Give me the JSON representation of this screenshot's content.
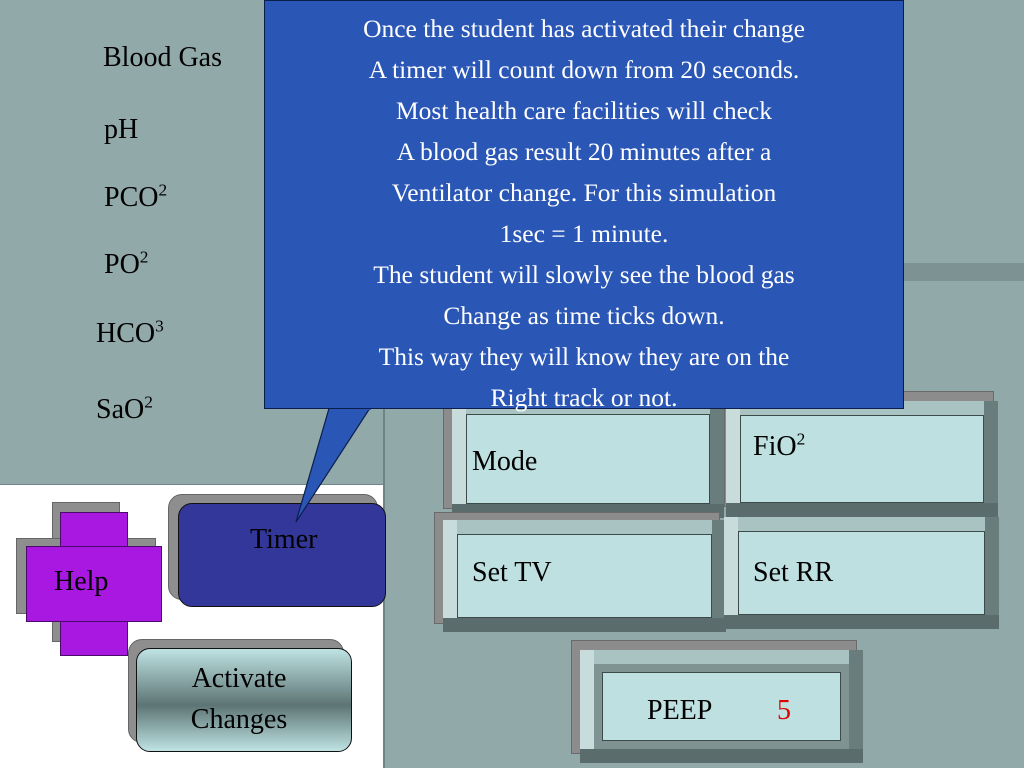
{
  "blood_gas": {
    "title": "Blood Gas",
    "ph": "pH",
    "pco_base": "PCO",
    "pco_sup": "2",
    "po_base": "PO",
    "po_sup": "2",
    "hco_base": "HCO",
    "hco_sup": "3",
    "sao_base": "SaO",
    "sao_sup": "2"
  },
  "callout": {
    "lines": [
      "Once the student has activated their change",
      "A timer will count down from 20 seconds.",
      "Most health care facilities will check",
      "A blood gas result 20 minutes after a",
      "Ventilator change. For this simulation",
      "1sec = 1 minute.",
      "The student will slowly see the blood gas",
      "Change as time ticks down.",
      "This way they will know they are on the",
      "Right track or not."
    ]
  },
  "buttons": {
    "help": "Help",
    "timer": "Timer",
    "activate_line1": "Activate",
    "activate_line2": "Changes"
  },
  "ventilator": {
    "mode": "Mode",
    "fio_base": "FiO",
    "fio_sup": "2",
    "set_tv": "Set TV",
    "set_rr": "Set RR",
    "peep_label": "PEEP",
    "peep_value": "5"
  },
  "colors": {
    "panel": "#92a9a9",
    "callout": "#2a56b5",
    "help": "#a818e0",
    "timer": "#34379a",
    "control_face": "#bee0e0",
    "peep_value": "#e00000"
  }
}
